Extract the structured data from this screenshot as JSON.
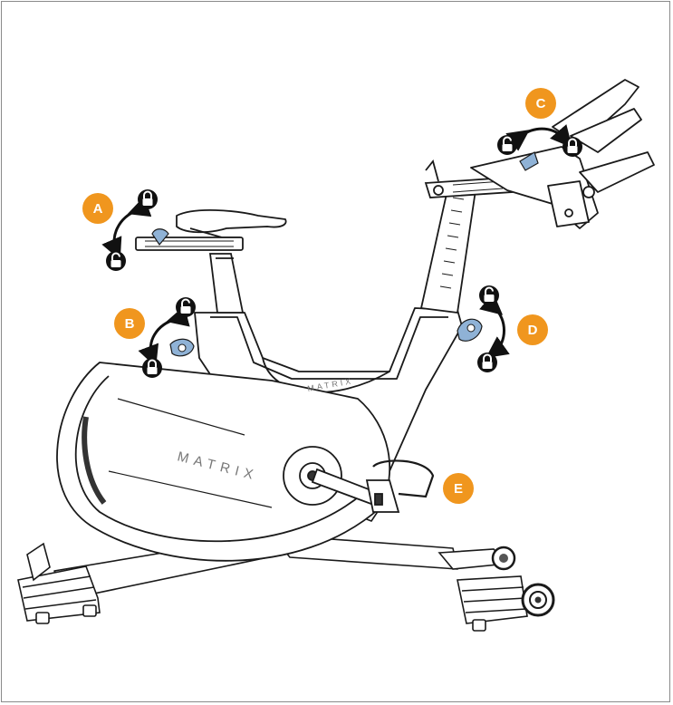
{
  "colors": {
    "accent": "#F0961E",
    "lever": "#8FB2D6",
    "line": "#1a1a1a",
    "frame": "#8a8a8a"
  },
  "brand": {
    "frame_text": "MATRIX",
    "cover_text": "MATRIX"
  },
  "callouts": [
    {
      "label": "A",
      "name": "seat-height-adjustment"
    },
    {
      "label": "B",
      "name": "seat-fore-aft-adjustment"
    },
    {
      "label": "C",
      "name": "handlebar-fore-aft-adjustment"
    },
    {
      "label": "D",
      "name": "handlebar-height-adjustment"
    },
    {
      "label": "E",
      "name": "pedal-strap"
    }
  ],
  "icons": [
    "lock-icon",
    "unlock-icon",
    "curved-double-arrow-icon",
    "adjustment-lever-icon"
  ]
}
